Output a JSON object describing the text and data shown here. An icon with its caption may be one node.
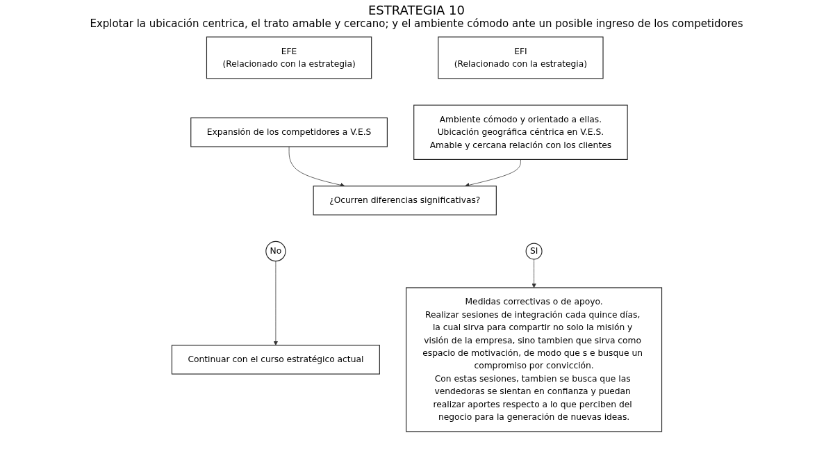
{
  "diagram": {
    "title": "ESTRATEGIA 10",
    "nodes": [
      {
        "text": [
          "EFE",
          "(Relacionado con la estrategia)"
        ]
      },
      {
        "text": [
          "Expansión de los competidores a V.E.S"
        ]
      },
      {
        "text": [
          "EFI",
          "(Relacionado con la estrategia)"
        ]
      },
      {
        "text": [
          "Ambiente cómodo y orientado a ellas.",
          "Ubicación geográfica céntrica en V.E.S.",
          "Amable y cercana relación con los clientes"
        ]
      },
      {
        "text": [
          "¿Ocurren diferencias significativas?"
        ]
      },
      {
        "text": [
          "SI"
        ]
      },
      {
        "text": [
          "No"
        ]
      },
      {
        "text": [
          "Medidas correctivas o de apoyo.",
          "Realizar sesiones de integración cada quince días, la cual sirva para compartir no solo la misión y visión de la empresa, sino tambien que sirva como espacio de motivación, de modo que s e busque un compromiso por convicción.",
          "Con estas sesiones, tambien se busca que las vendedoras se sientan en confianza y puedan realizar aportes respecto a lo que perciben del negocio para la generación de nuevas ideas."
        ]
      },
      {
        "text": [
          "Continuar con el curso estratégico actual"
        ]
      }
    ],
    "edges": [
      {
        "from": 1,
        "to": 4,
        "arrow": "to"
      },
      {
        "from": 3,
        "to": 4,
        "arrow": "to"
      },
      {
        "from": 5,
        "to": 7,
        "arrow": "to"
      },
      {
        "from": 6,
        "to": 8,
        "arrow": "to"
      }
    ],
    "labels": [
      "Explotar la ubicación centrica, el trato amable y cercano; y el ambiente cómodo ante un posible ingreso de los competidores"
    ]
  }
}
